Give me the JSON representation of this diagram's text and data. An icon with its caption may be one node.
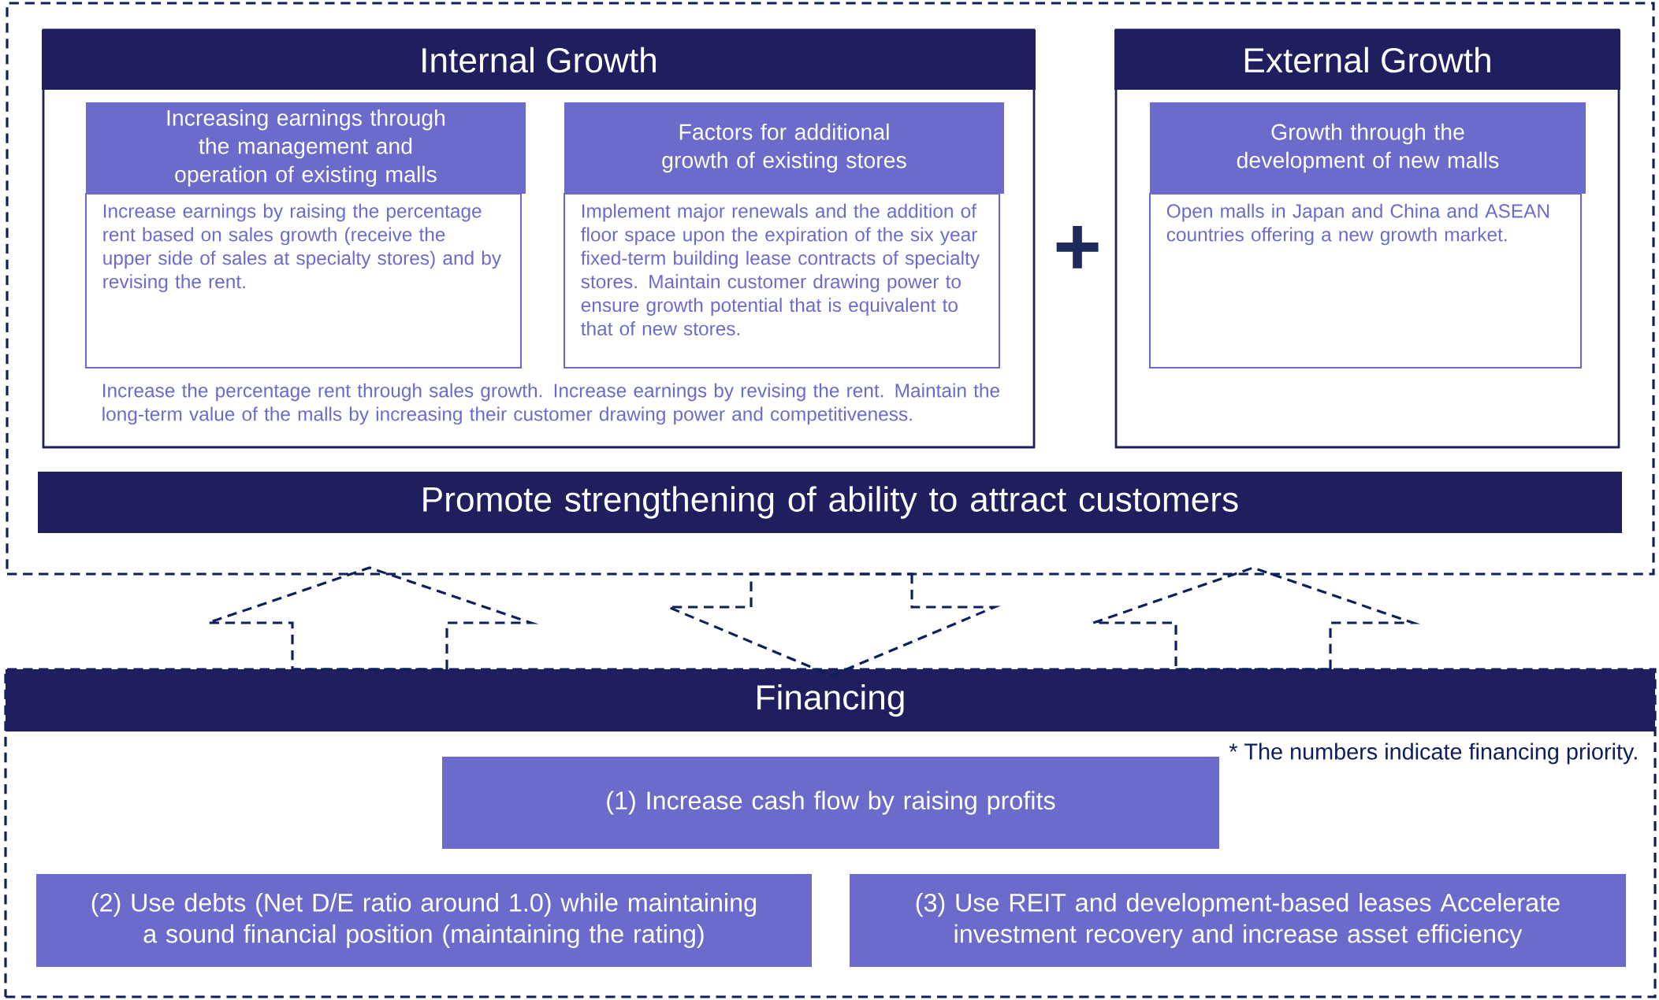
{
  "diagram": {
    "nodes": [
      {
        "text": [],
        "shape": "box"
      },
      {
        "text": [
          "Internal Growth",
          "Increase the percentage rent through sales growth. Increase earnings by revising the rent. Maintain the long-term value of the malls by increasing their customer drawing power and competitiveness."
        ],
        "in": 0
      },
      {
        "text": [
          "Increasing earnings through the management and operation of existing malls",
          "Increase earnings by raising the percentage rent based on sales growth (receive the upper side of sales at specialty stores) and by revising the rent."
        ],
        "in": 1
      },
      {
        "text": [
          "Factors for additional growth of existing stores",
          "Implement major renewals and the addition of floor space upon the expiration of the six year fixed-term building lease contracts of specialty stores. Maintain customer drawing power to ensure growth potential that is equivalent to that of new stores."
        ],
        "in": 1
      },
      {
        "text": [
          "External Growth"
        ],
        "in": 0
      },
      {
        "text": [
          "Growth through the development of new malls",
          "Open malls in Japan and China and ASEAN countries offering a new growth market."
        ],
        "in": 4
      },
      {
        "text": [
          "Promote strengthening of ability to attract customers"
        ],
        "in": 0
      },
      {
        "text": [],
        "shape": "box"
      },
      {
        "text": [
          "Financing"
        ],
        "in": 7
      },
      {
        "text": [
          "(1) Increase cash flow by raising profits"
        ],
        "in": 7
      },
      {
        "text": [
          "(2) Use debts (Net D/E ratio around 1.0) while maintaining a sound financial position (maintaining the rating)"
        ],
        "in": 7
      },
      {
        "text": [
          "(3) Use REIT and development-based leases Accelerate investment recovery and increase asset efficiency"
        ],
        "in": 7
      }
    ],
    "edges": [
      {
        "from": 8,
        "to": 0,
        "arrow": "to",
        "style": "dashed"
      },
      {
        "from": 0,
        "to": 8,
        "arrow": "to",
        "style": "dashed"
      },
      {
        "from": 8,
        "to": 0,
        "arrow": "to",
        "style": "dashed"
      }
    ],
    "labels": [
      "+",
      "* The numbers indicate financing priority."
    ]
  }
}
